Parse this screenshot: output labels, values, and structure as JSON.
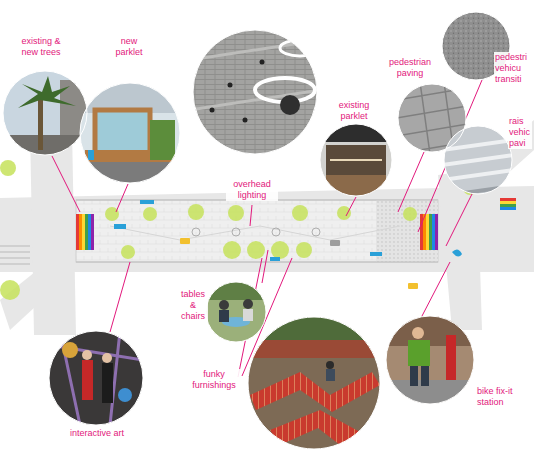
{
  "diagram": {
    "labels": [
      "existing & new trees",
      "new parklet",
      "overhead lighting",
      "existing parklet",
      "pedestrian paving",
      "pedestri vehicu transiti",
      "rais vehic pavi",
      "tables & chairs",
      "funky furnishings",
      "interactive art",
      "bike fix-it station"
    ]
  }
}
